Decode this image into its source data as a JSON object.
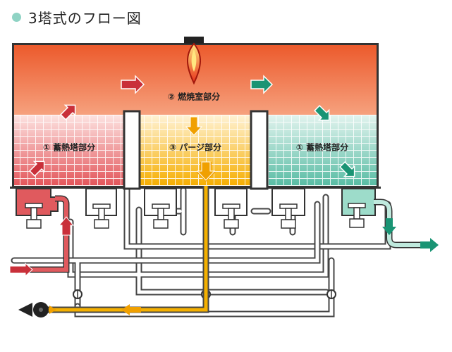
{
  "heading": {
    "title": "3塔式のフロー図",
    "dot_color": "#8fd3c4"
  },
  "zones": {
    "left": {
      "label": "① 蓄熱塔部分",
      "color": "#e05a5e"
    },
    "center": {
      "label": "③ パージ部分",
      "color": "#f4b000"
    },
    "right": {
      "label": "① 蓄熱塔部分",
      "color": "#5bbfa8"
    },
    "top": {
      "label": "② 燃焼室部分",
      "color": "#ee5a2a"
    }
  },
  "flow_colors": {
    "inlet": "#c9303a",
    "outlet": "#1a9474",
    "purge": "#f0a000"
  }
}
